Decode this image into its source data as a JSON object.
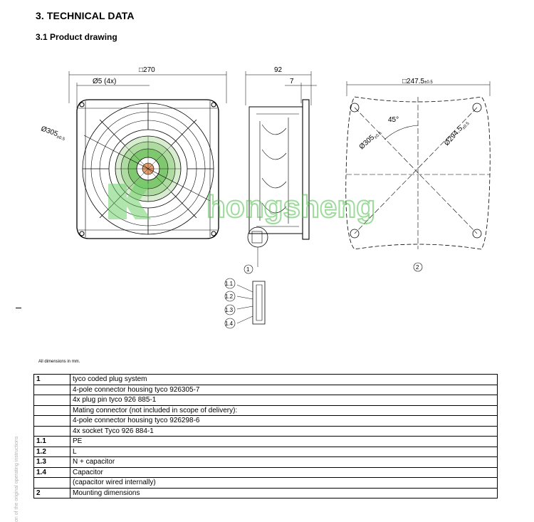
{
  "section_title": "3. TECHNICAL DATA",
  "subsection_title": "3.1 Product drawing",
  "dims": {
    "front_width": "270",
    "hole": "Ø5 (4x)",
    "diameter": "Ø305",
    "diameter_tol": "±0.5",
    "side_depth": "92",
    "side_flange": "7",
    "mount_width": "247.5",
    "mount_width_tol": "±0.5",
    "angle": "45°",
    "mount_diam1": "Ø305",
    "mount_diam1_tol": "±0.5",
    "mount_diam2": "Ø294.5",
    "mount_diam2_tol": "±0.5"
  },
  "callouts": [
    "1",
    "2",
    "1.1",
    "1.2",
    "1.3",
    "1.4"
  ],
  "watermark": "hongsheng",
  "dimensions_note": "All dimensions in mm.",
  "side_text": "on of the original operating instructions",
  "table_rows": [
    {
      "id": "1",
      "desc": "tyco coded plug system"
    },
    {
      "id": "",
      "desc": "4-pole connector housing tyco 926305-7"
    },
    {
      "id": "",
      "desc": "4x plug pin tyco 926 885-1"
    },
    {
      "id": "",
      "desc": "Mating connector (not included in scope of delivery):"
    },
    {
      "id": "",
      "desc": "4-pole connector housing tyco 926298-6"
    },
    {
      "id": "",
      "desc": "4x socket Tyco 926 884-1"
    },
    {
      "id": "1.1",
      "desc": "PE"
    },
    {
      "id": "1.2",
      "desc": "L"
    },
    {
      "id": "1.3",
      "desc": "N + capacitor"
    },
    {
      "id": "1.4",
      "desc": "Capacitor"
    },
    {
      "id": "",
      "desc": "(capacitor wired internally)"
    },
    {
      "id": "2",
      "desc": "Mounting dimensions"
    }
  ]
}
